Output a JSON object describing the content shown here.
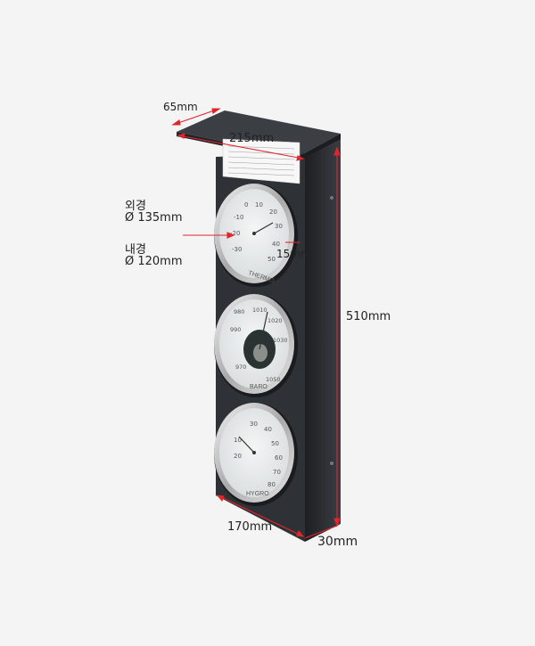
{
  "dimensions": {
    "depth_top": "65mm",
    "width_top": "215mm",
    "outer_diameter_label": "외경",
    "outer_diameter_value": "Ø 135mm",
    "inner_diameter_label": "내경",
    "inner_diameter_value": "Ø 120mm",
    "bezel_depth": "15mm",
    "height": "510mm",
    "width_bottom": "170mm",
    "depth_bottom": "30mm"
  },
  "gauges": {
    "thermo": {
      "name": "THERMO",
      "ticks": [
        "10",
        "20",
        "30",
        "40",
        "50",
        "0",
        "-10",
        "-20",
        "-30"
      ]
    },
    "baro": {
      "name": "BARO",
      "ticks": [
        "980",
        "990",
        "1010",
        "1020",
        "1030",
        "1050",
        "970"
      ]
    },
    "hygro": {
      "name": "HYGRO",
      "ticks": [
        "30",
        "40",
        "50",
        "60",
        "70",
        "80",
        "10",
        "20"
      ]
    }
  },
  "colors": {
    "background": "#f4f4f4",
    "panel": "#2e3136",
    "dimension_line": "#e0262b",
    "bezel": "#c9c9c9",
    "dial": "#e9ecec"
  }
}
